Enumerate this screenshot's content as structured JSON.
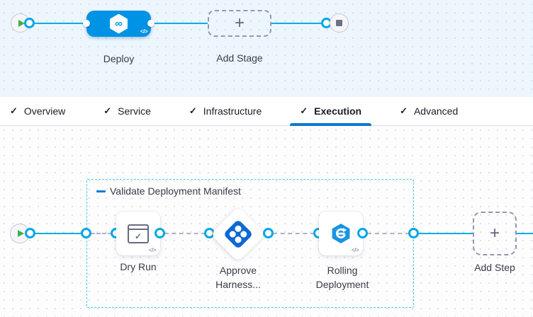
{
  "glyphs": {
    "check": "✓",
    "plus": "+",
    "code": "</>",
    "infinity": "∞"
  },
  "colors": {
    "flow_line": "#00ade4",
    "stage_node_blue": "#0092e4",
    "active_tab_underline": "#0b79d0",
    "group_border_cyan": "#47c8f1",
    "approval_icon_blue": "#0f68d2",
    "rolling_icon_blue": "#1b93e4",
    "play_triangle_green": "#41b047"
  },
  "stage_pipeline": {
    "stage_label": "Deploy",
    "add_stage_label": "Add Stage"
  },
  "tabs": {
    "items": [
      {
        "label": "Overview",
        "active": false
      },
      {
        "label": "Service",
        "active": false
      },
      {
        "label": "Infrastructure",
        "active": false
      },
      {
        "label": "Execution",
        "active": true
      },
      {
        "label": "Advanced",
        "active": false
      }
    ]
  },
  "execution": {
    "group_title": "Validate Deployment Manifest",
    "steps": [
      {
        "label": "Dry Run"
      },
      {
        "label": "Approve Harness..."
      },
      {
        "label": "Rolling Deployment"
      }
    ],
    "add_step_label": "Add Step"
  }
}
